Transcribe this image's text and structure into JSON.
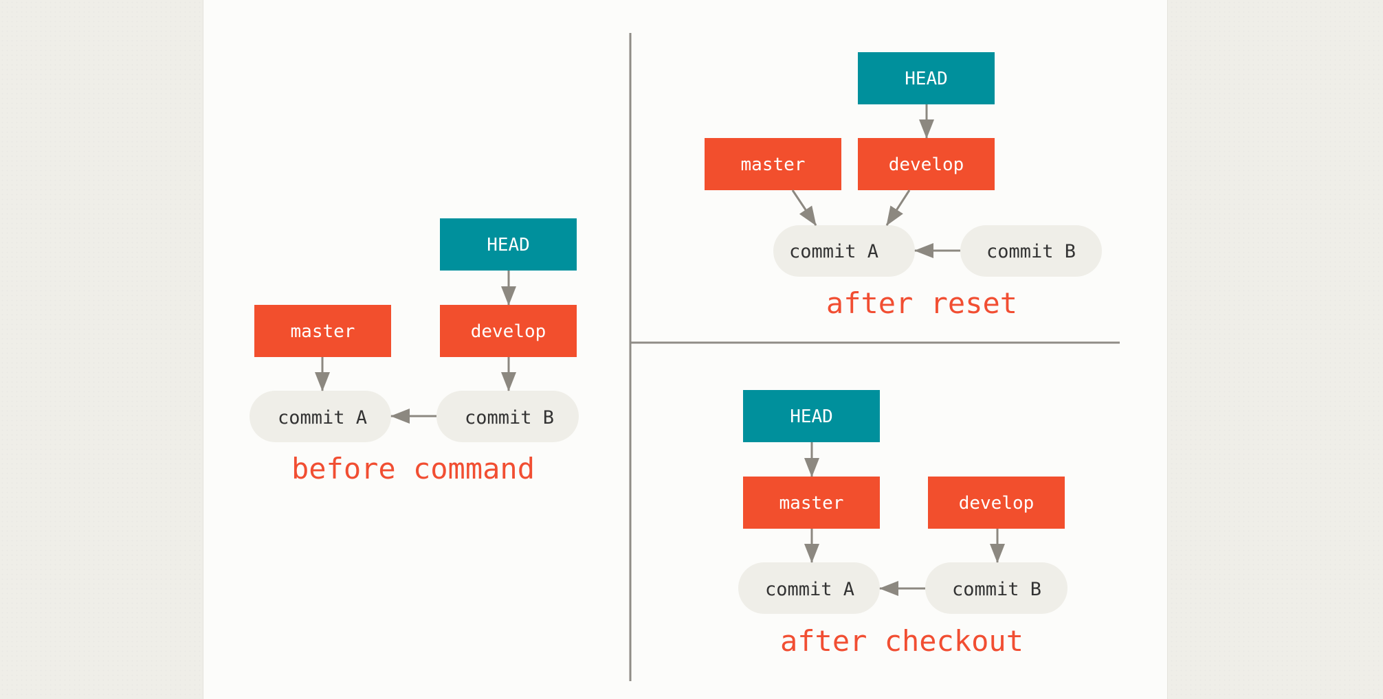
{
  "colors": {
    "head": "#00909c",
    "branch": "#f24f2d",
    "commit": "#efeee8",
    "arrow": "#8c8880",
    "divider": "#8f8c86",
    "caption": "#f14e32"
  },
  "panels": {
    "before": {
      "head": "HEAD",
      "master": "master",
      "develop": "develop",
      "commit_a": "commit A",
      "commit_b": "commit B",
      "caption": "before command"
    },
    "reset": {
      "head": "HEAD",
      "master": "master",
      "develop": "develop",
      "commit_a": "commit A",
      "commit_b": "commit B",
      "caption": "after reset"
    },
    "checkout": {
      "head": "HEAD",
      "master": "master",
      "develop": "develop",
      "commit_a": "commit A",
      "commit_b": "commit B",
      "caption": "after checkout"
    }
  }
}
